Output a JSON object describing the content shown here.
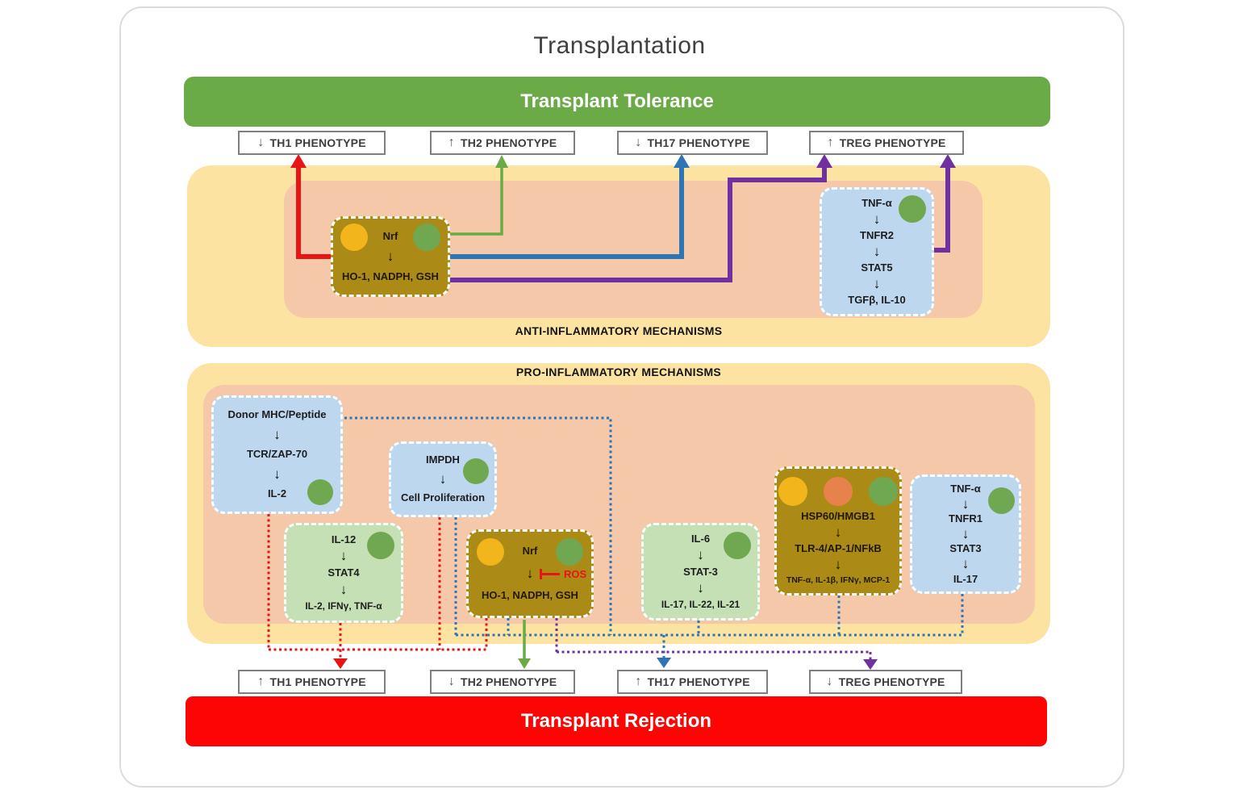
{
  "title": "Transplantation",
  "banners": {
    "tolerance": "Transplant Tolerance",
    "rejection": "Transplant Rejection"
  },
  "icons": {
    "up_arrow": "↑",
    "down_arrow": "↓"
  },
  "top_phenotypes": [
    {
      "dir": "↓",
      "label": "TH1 PHENOTYPE"
    },
    {
      "dir": "↑",
      "label": "TH2 PHENOTYPE"
    },
    {
      "dir": "↓",
      "label": "TH17 PHENOTYPE"
    },
    {
      "dir": "↑",
      "label": "TREG PHENOTYPE"
    }
  ],
  "bottom_phenotypes": [
    {
      "dir": "↑",
      "label": "TH1 PHENOTYPE"
    },
    {
      "dir": "↓",
      "label": "TH2 PHENOTYPE"
    },
    {
      "dir": "↑",
      "label": "TH17 PHENOTYPE"
    },
    {
      "dir": "↓",
      "label": "TREG PHENOTYPE"
    }
  ],
  "anti": {
    "label": "ANTI-INFLAMMATORY MECHANISMS",
    "nrf": {
      "s0": "Nrf",
      "s1": "HO-1, NADPH, GSH"
    },
    "tnf": {
      "s0": "TNF-α",
      "s1": "TNFR2",
      "s2": "STAT5",
      "s3": "TGFβ, IL-10"
    }
  },
  "pro": {
    "label": "PRO-INFLAMMATORY MECHANISMS",
    "donor": {
      "s0": "Donor MHC/Peptide",
      "s1": "TCR/ZAP-70",
      "s2": "IL-2"
    },
    "impdh": {
      "s0": "IMPDH",
      "s1": "Cell Proliferation"
    },
    "il12": {
      "s0": "IL-12",
      "s1": "STAT4",
      "s2": "IL-2, IFNγ, TNF-α"
    },
    "nrf": {
      "s0": "Nrf",
      "inhibitor": "ROS",
      "s1": "HO-1, NADPH, GSH"
    },
    "il6": {
      "s0": "IL-6",
      "s1": "STAT-3",
      "s2": "IL-17, IL-22, IL-21"
    },
    "hsp60": {
      "s0": "HSP60/HMGB1",
      "s1": "TLR-4/AP-1/NFkB",
      "s2": "TNF-α, IL-1β, IFNγ, MCP-1"
    },
    "tnfr1": {
      "s0": "TNF-α",
      "s1": "TNFR1",
      "s2": "STAT3",
      "s3": "IL-17"
    }
  },
  "colors": {
    "tolerance_green": "#6aaa47",
    "rejection_red": "#fe0505",
    "container_yellow": "#fce3a2",
    "inner_salmon": "#f4c8a8",
    "box_blue": "#bdd7ee",
    "box_green": "#c5e0b4",
    "box_olive": "#ab8b15",
    "dot_yellow": "#f2b51c",
    "dot_orange": "#e8824d",
    "dot_green": "#6fa850",
    "arrow_red": "#e81416",
    "arrow_green": "#6aaa47",
    "arrow_blue": "#2e75b6",
    "arrow_purple": "#7030a0"
  }
}
